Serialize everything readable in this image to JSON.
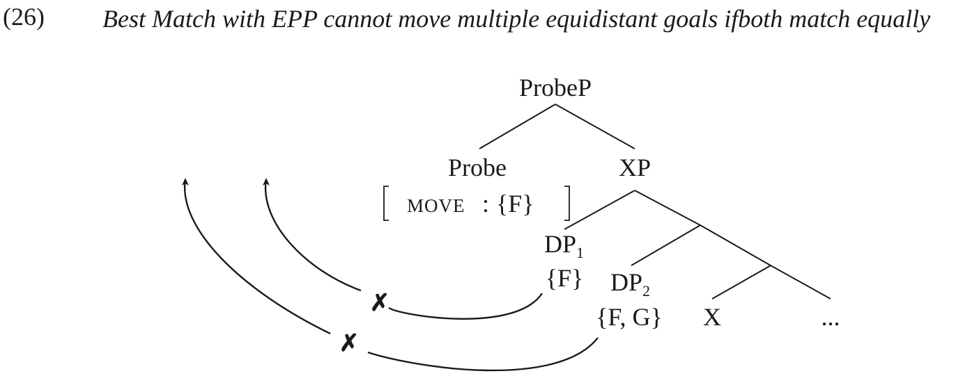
{
  "example": {
    "number": "(26)",
    "title": "Best Match with EPP cannot move multiple equidistant goals ifboth match equally"
  },
  "tree": {
    "root": "ProbeP",
    "probe": "Probe",
    "feature_bracket": {
      "feature": "MOVE",
      "separator": ":",
      "value": "{F}"
    },
    "xp": "XP",
    "dp1": {
      "base": "DP",
      "sub": "1",
      "features": "{F}"
    },
    "dp2": {
      "base": "DP",
      "sub": "2",
      "features": "{F, G}"
    },
    "x": "X",
    "ellipsis": "..."
  },
  "movement_arrows": [
    {
      "from": "dp1",
      "status_mark": "✗"
    },
    {
      "from": "dp2",
      "status_mark": "✗"
    }
  ]
}
